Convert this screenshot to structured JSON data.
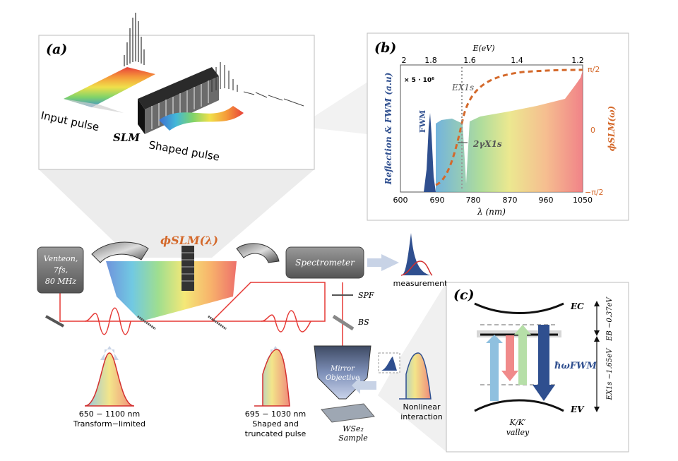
{
  "panel_a": {
    "tag": "(a)",
    "input_label": "Input pulse",
    "slm_label": "SLM",
    "shaped_label": "Shaped pulse"
  },
  "panel_b": {
    "tag": "(b)",
    "top_axis_label": "E(eV)",
    "top_ticks": [
      "2",
      "1.8",
      "1.6",
      "1.4",
      "1.2"
    ],
    "bottom_ticks": [
      "600",
      "690",
      "780",
      "870",
      "960",
      "1050"
    ],
    "x_label": "λ (nm)",
    "y_label": "Reflection & FWM (a.u)",
    "right_ticks": [
      "π/2",
      "0",
      "−π/2"
    ],
    "right_label": "ϕSLM(ω)",
    "multiplier": "× 5 · 10⁶",
    "fwm_label": "FWM",
    "ex_label": "EX1s",
    "gamma_label": "2γX1s"
  },
  "panel_c": {
    "tag": "(c)",
    "ec_label": "EC",
    "ev_label": "EV",
    "hw_label": "ħωFWM",
    "valley_line1": "K/K′",
    "valley_line2": "valley",
    "eb_label": "EB ~0.37eV",
    "ex_label": "EX1s ~1.65eV"
  },
  "setup": {
    "laser_line1": "Venteon,",
    "laser_line2": "7fs,",
    "laser_line3": "80 MHz",
    "phi_label": "ϕSLM(λ)",
    "spectrometer": "Spectrometer",
    "measurement": "measurement",
    "spf": "SPF",
    "bs": "BS",
    "range1": "650 − 1100 nm",
    "range1_sub": "Transform−limited",
    "range2": "695 − 1030 nm",
    "range2_sub1": "Shaped and",
    "range2_sub2": "truncated pulse",
    "objective_line1": "Mirror",
    "objective_line2": "Objective",
    "sample_line1": "WSe₂",
    "sample_line2": "Sample",
    "nonlinear_line1": "Nonlinear",
    "nonlinear_line2": "interaction"
  },
  "colors": {
    "accent_orange": "#d4692b",
    "fwm_blue": "#2f4f8f",
    "beam_red": "#e53935"
  }
}
